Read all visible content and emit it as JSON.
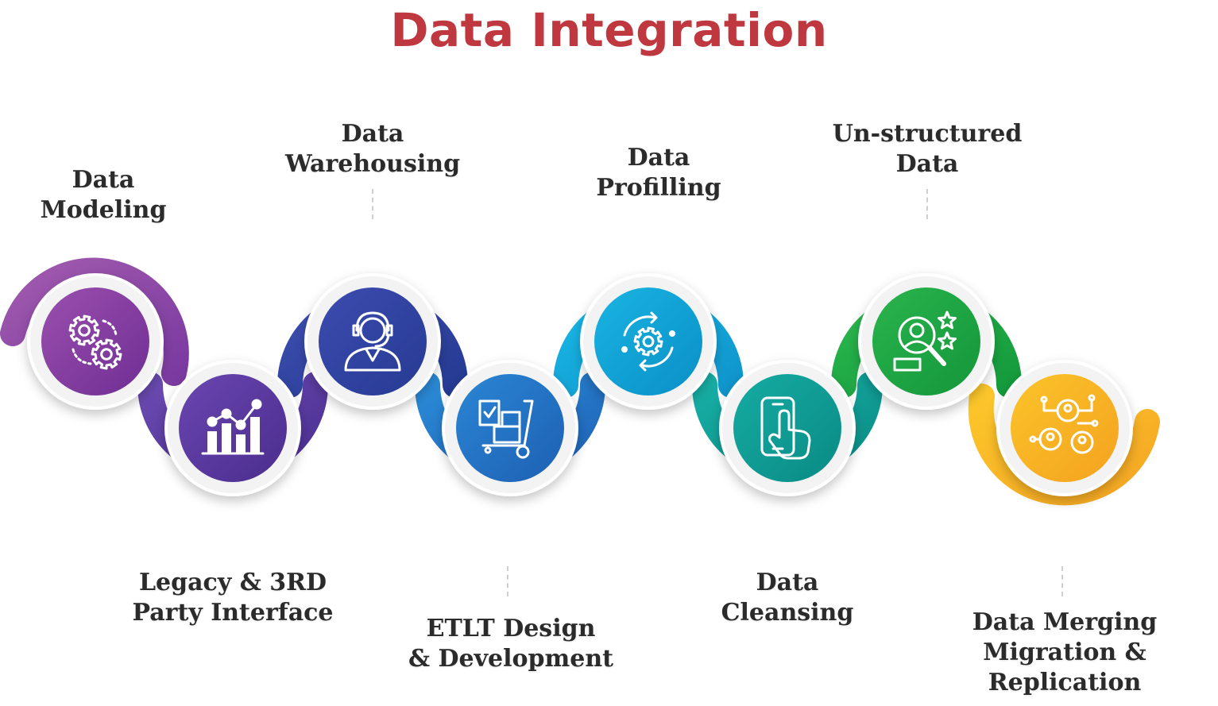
{
  "title": "Data Integration",
  "colors": {
    "title": "#c0383f",
    "label": "#2b2b2b"
  },
  "steps": [
    {
      "label": "Data\nModeling",
      "icon": "gears-icon",
      "c1": "#a15aae",
      "c2": "#7a3aa0",
      "inner1": "#9b4fae",
      "inner2": "#6f2e93"
    },
    {
      "label": "Legacy & 3RD\nParty Interface",
      "icon": "bar-chart-icon",
      "c1": "#6a4ab0",
      "c2": "#4b2f93",
      "inner1": "#6a46b0",
      "inner2": "#4a2d8e"
    },
    {
      "label": "Data\nWarehousing",
      "icon": "support-agent-icon",
      "c1": "#3e4fb0",
      "c2": "#253a93",
      "inner1": "#3c4cb0",
      "inner2": "#263a92"
    },
    {
      "label": "ETLT Design\n& Development",
      "icon": "hand-truck-icon",
      "c1": "#2a8ad6",
      "c2": "#1f63b8",
      "inner1": "#2b86d4",
      "inner2": "#1d5fb3"
    },
    {
      "label": "Data\nProfilling",
      "icon": "gear-cycle-icon",
      "c1": "#19b8e6",
      "c2": "#0f95cc",
      "inner1": "#19b4e2",
      "inner2": "#0a8fc6"
    },
    {
      "label": "Data\nCleansing",
      "icon": "touch-phone-icon",
      "c1": "#16aea5",
      "c2": "#0b8d86",
      "inner1": "#15aca3",
      "inner2": "#0a8a84"
    },
    {
      "label": "Un-structured\nData",
      "icon": "person-search-icon",
      "c1": "#2cb84f",
      "c2": "#149a3c",
      "inner1": "#2ab44d",
      "inner2": "#13963a"
    },
    {
      "label": "Data Merging\nMigration &\nReplication",
      "icon": "network-people-icon",
      "c1": "#fcc62b",
      "c2": "#f5a623",
      "inner1": "#fbc42a",
      "inner2": "#f4a21f"
    }
  ]
}
